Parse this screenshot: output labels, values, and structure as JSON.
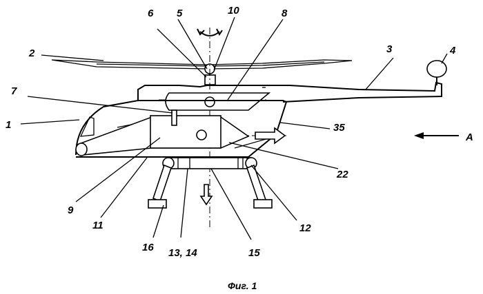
{
  "figure": {
    "caption": "Фиг. 1",
    "labels": {
      "n1": "1",
      "n2": "2",
      "n3": "3",
      "n4": "4",
      "n5": "5",
      "n6": "6",
      "n7": "7",
      "n8": "8",
      "n9": "9",
      "n10": "10",
      "n11": "11",
      "n12": "12",
      "n13_14": "13, 14",
      "n15": "15",
      "n16": "16",
      "n22": "22",
      "n35": "35",
      "A": "A"
    }
  }
}
